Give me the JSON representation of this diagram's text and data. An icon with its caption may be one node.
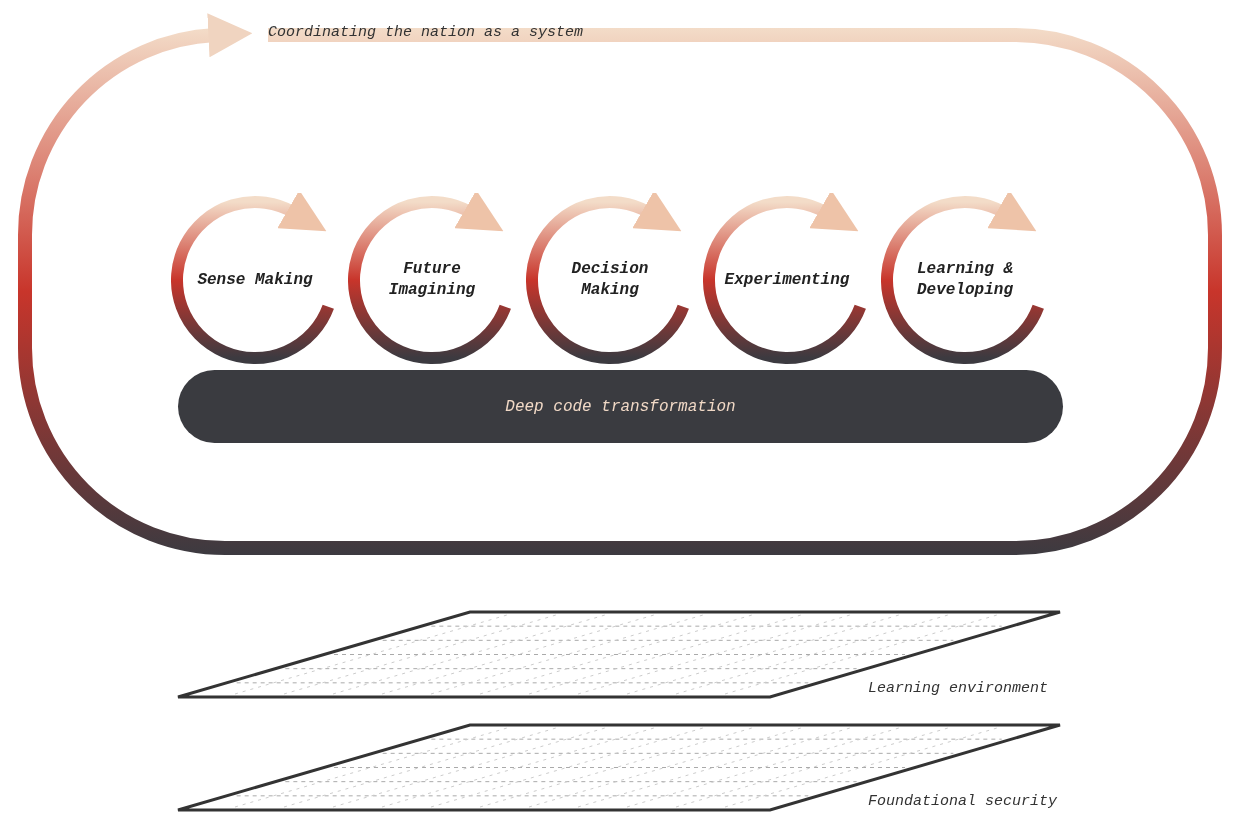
{
  "diagram": {
    "nodes": [
      {
        "text": [
          "Sense Making"
        ]
      },
      {
        "text": [
          "Future Imagining"
        ]
      },
      {
        "text": [
          "Decision Making"
        ]
      },
      {
        "text": [
          "Experimenting"
        ]
      },
      {
        "text": [
          "Learning & Developing"
        ]
      },
      {
        "text": [
          "Deep code transformation"
        ]
      },
      {
        "text": [],
        "shape": "parallelogram",
        "beside": [
          "Learning environment"
        ]
      },
      {
        "text": [],
        "shape": "parallelogram",
        "beside": [
          "Foundational security"
        ]
      }
    ],
    "labels": [
      "Coordinating the nation as a system"
    ]
  }
}
